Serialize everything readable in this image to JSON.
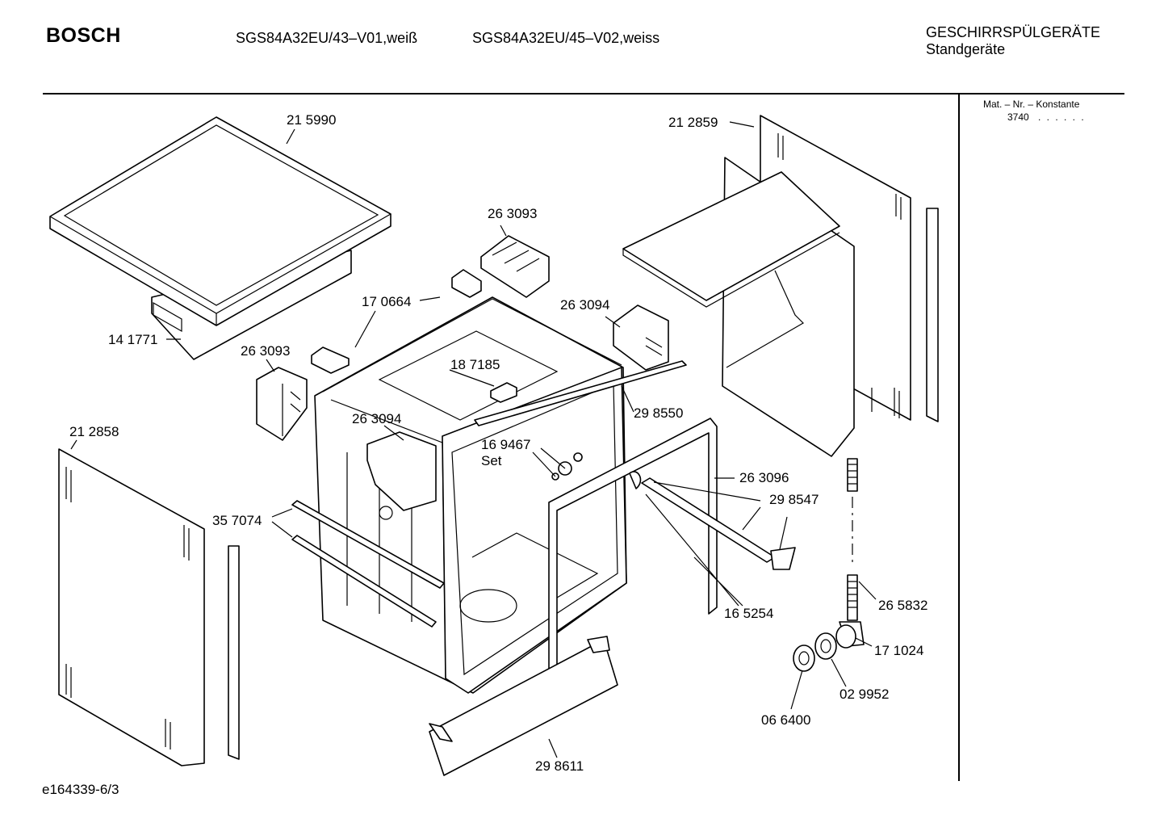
{
  "header": {
    "brand": "BOSCH",
    "model_1": "SGS84A32EU/43–V01,weiß",
    "model_2": "SGS84A32EU/45–V02,weiss",
    "category_1": "GESCHIRRSPÜLGERÄTE",
    "category_2": "Standgeräte"
  },
  "side_panel": {
    "mat_label": "Mat. – Nr. – Konstante",
    "mat_value": "3740",
    "mat_dots": ". .   . . . ."
  },
  "footer": {
    "drawing_id": "e164339-6/3"
  },
  "parts": [
    "21 5990",
    "21 2859",
    "26 3093",
    "17 0664",
    "26 3094",
    "14 1771",
    "26 3093",
    "18 7185",
    "29 8550",
    "26 3094",
    "16 9467",
    "Set",
    "21 2858",
    "26 3096",
    "29 8547",
    "35 7074",
    "26 5832",
    "16 5254",
    "17 1024",
    "02 9952",
    "06 6400",
    "29 8611"
  ]
}
